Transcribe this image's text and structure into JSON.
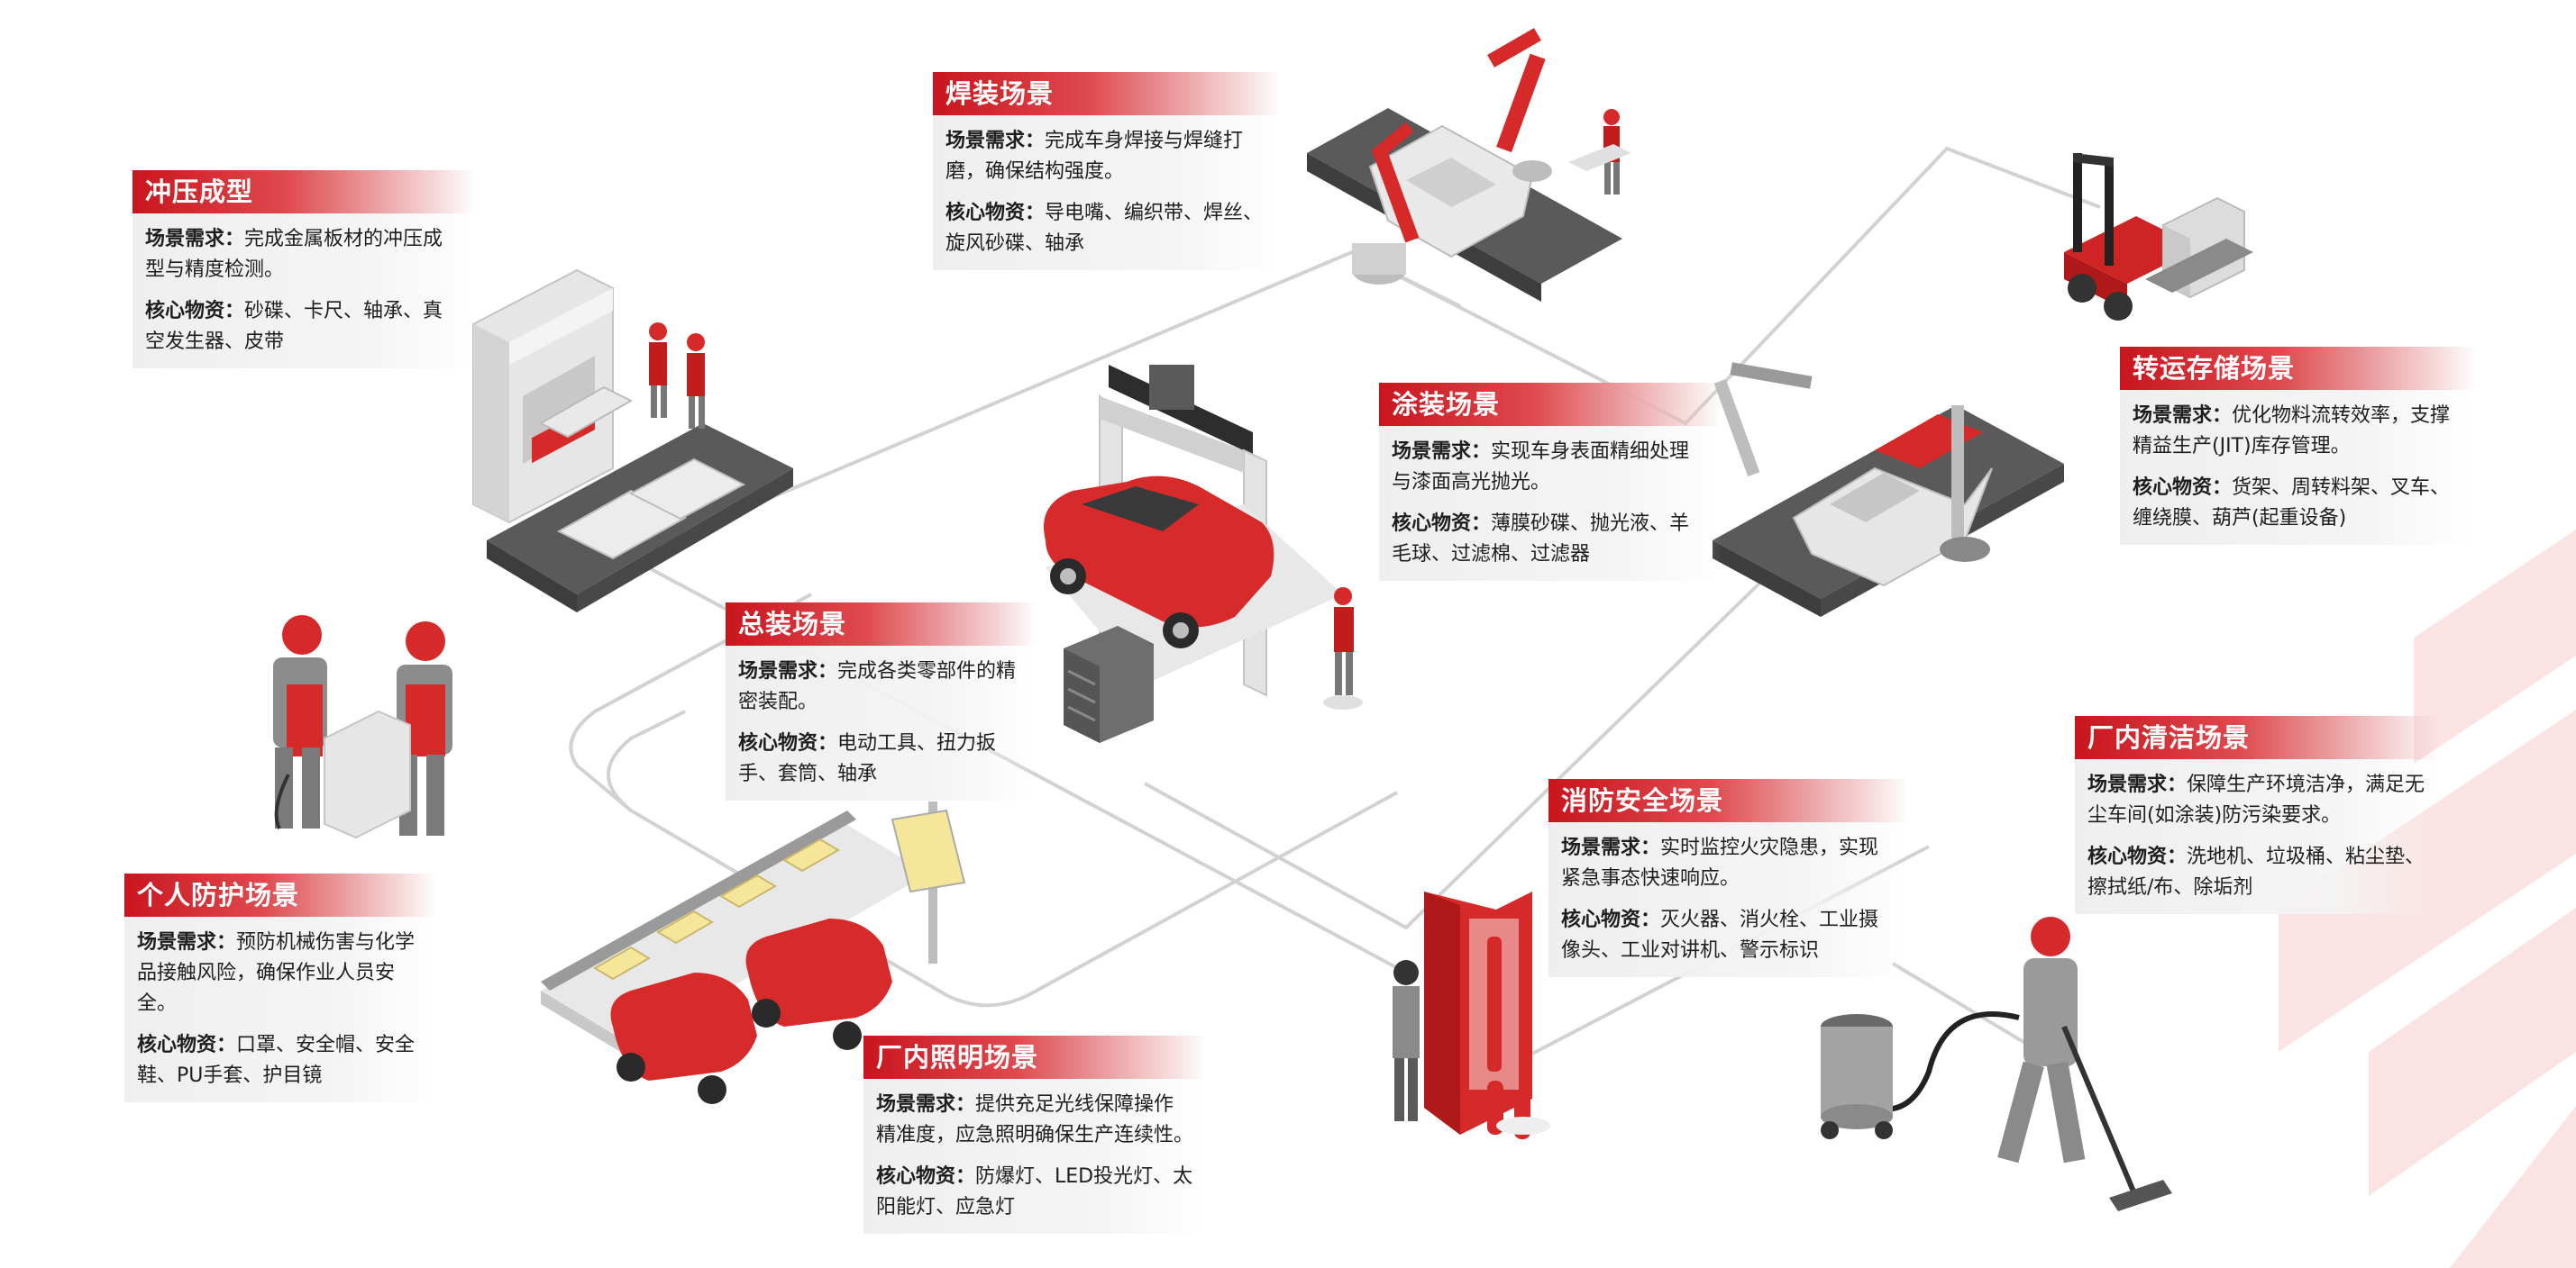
{
  "colors": {
    "accent": "#c9151e",
    "accent_light": "#e36a6e",
    "path": "#d2d2d2",
    "card_bg": "#efefef"
  },
  "labels": {
    "need": "场景需求：",
    "goods": "核心物资："
  },
  "scenes": {
    "stamping": {
      "title": "冲压成型",
      "need": "完成金属板材的冲压成型与精度检测。",
      "goods": "砂碟、卡尺、轴承、真空发生器、皮带"
    },
    "welding": {
      "title": "焊装场景",
      "need": "完成车身焊接与焊缝打磨，确保结构强度。",
      "goods": "导电嘴、编织带、焊丝、旋风砂碟、轴承"
    },
    "painting": {
      "title": "涂装场景",
      "need": "实现车身表面精细处理与漆面高光抛光。",
      "goods": "薄膜砂碟、抛光液、羊毛球、过滤棉、过滤器"
    },
    "logistics": {
      "title": "转运存储场景",
      "need": "优化物料流转效率，支撑精益生产(JIT)库存管理。",
      "goods": "货架、周转料架、叉车、缠绕膜、葫芦(起重设备)"
    },
    "assembly": {
      "title": "总装场景",
      "need": "完成各类零部件的精密装配。",
      "goods": "电动工具、扭力扳手、套筒、轴承"
    },
    "ppe": {
      "title": "个人防护场景",
      "need": "预防机械伤害与化学品接触风险，确保作业人员安全。",
      "goods": "口罩、安全帽、安全鞋、PU手套、护目镜"
    },
    "fire": {
      "title": "消防安全场景",
      "need": "实时监控火灾隐患，实现紧急事态快速响应。",
      "goods": "灭火器、消火栓、工业摄像头、工业对讲机、警示标识"
    },
    "cleaning": {
      "title": "厂内清洁场景",
      "need": "保障生产环境洁净，满足无尘车间(如涂装)防污染要求。",
      "goods": "洗地机、垃圾桶、粘尘垫、擦拭纸/布、除垢剂"
    },
    "lighting": {
      "title": "厂内照明场景",
      "need": "提供充足光线保障操作精准度，应急照明确保生产连续性。",
      "goods": "防爆灯、LED投光灯、太阳能灯、应急灯"
    }
  }
}
